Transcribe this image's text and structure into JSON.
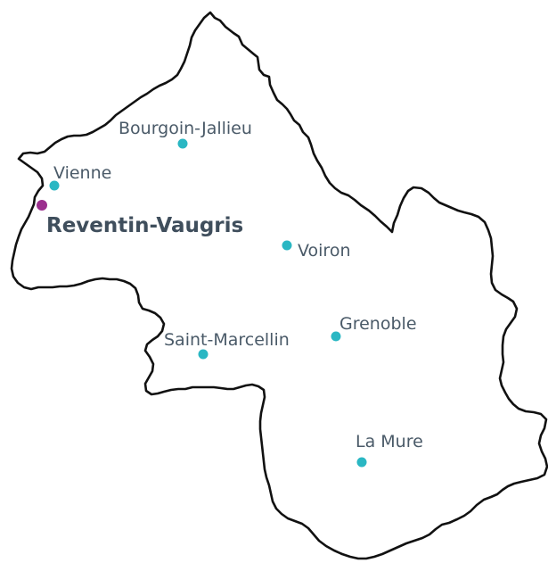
{
  "map": {
    "colors": {
      "outline": "#111111",
      "city_marker": "#2ab7c3",
      "highlight_marker": "#9b2f8e",
      "label": "#4a5a68",
      "highlight_label": "#3f4e5c"
    },
    "cities": [
      {
        "name": "Bourgoin-Jallieu"
      },
      {
        "name": "Vienne"
      },
      {
        "name": "Voiron"
      },
      {
        "name": "Grenoble"
      },
      {
        "name": "Saint-Marcellin"
      },
      {
        "name": "La Mure"
      }
    ],
    "highlight": {
      "name": "Reventin-Vaugris"
    }
  }
}
